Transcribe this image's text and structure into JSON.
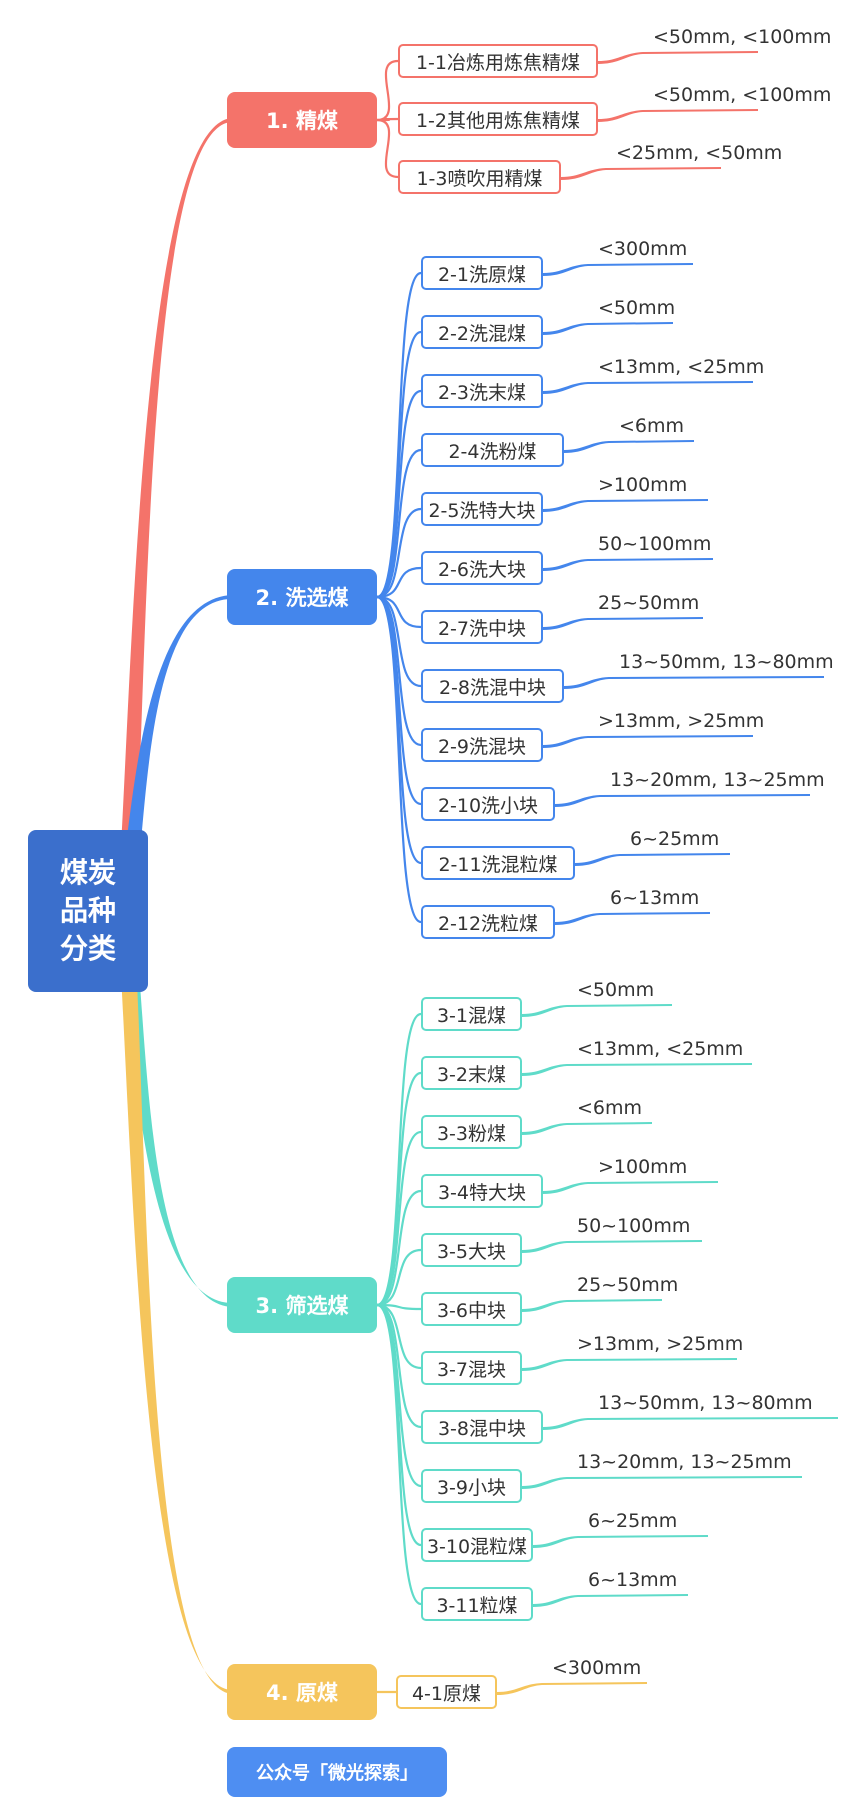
{
  "root": {
    "line1": "煤炭",
    "line2": "品种",
    "line3": "分类"
  },
  "categories": [
    {
      "label": "1. 精煤",
      "color": "#f4736a",
      "items": [
        {
          "label": "1-1冶炼用炼焦精煤",
          "size": "<50mm, <100mm"
        },
        {
          "label": "1-2其他用炼焦精煤",
          "size": "<50mm, <100mm"
        },
        {
          "label": "1-3喷吹用精煤",
          "size": "<25mm, <50mm"
        }
      ]
    },
    {
      "label": "2. 洗选煤",
      "color": "#4486ec",
      "items": [
        {
          "label": "2-1洗原煤",
          "size": "<300mm"
        },
        {
          "label": "2-2洗混煤",
          "size": "<50mm"
        },
        {
          "label": "2-3洗末煤",
          "size": "<13mm, <25mm"
        },
        {
          "label": "2-4洗粉煤",
          "size": "<6mm"
        },
        {
          "label": "2-5洗特大块",
          "size": ">100mm"
        },
        {
          "label": "2-6洗大块",
          "size": "50~100mm"
        },
        {
          "label": "2-7洗中块",
          "size": "25~50mm"
        },
        {
          "label": "2-8洗混中块",
          "size": "13~50mm, 13~80mm"
        },
        {
          "label": "2-9洗混块",
          "size": ">13mm, >25mm"
        },
        {
          "label": "2-10洗小块",
          "size": "13~20mm, 13~25mm"
        },
        {
          "label": "2-11洗混粒煤",
          "size": "6~25mm"
        },
        {
          "label": "2-12洗粒煤",
          "size": "6~13mm"
        }
      ]
    },
    {
      "label": "3. 筛选煤",
      "color": "#5fdbc9",
      "items": [
        {
          "label": "3-1混煤",
          "size": "<50mm"
        },
        {
          "label": "3-2末煤",
          "size": "<13mm, <25mm"
        },
        {
          "label": "3-3粉煤",
          "size": "<6mm"
        },
        {
          "label": "3-4特大块",
          "size": ">100mm"
        },
        {
          "label": "3-5大块",
          "size": "50~100mm"
        },
        {
          "label": "3-6中块",
          "size": "25~50mm"
        },
        {
          "label": "3-7混块",
          "size": ">13mm, >25mm"
        },
        {
          "label": "3-8混中块",
          "size": "13~50mm, 13~80mm"
        },
        {
          "label": "3-9小块",
          "size": "13~20mm, 13~25mm"
        },
        {
          "label": "3-10混粒煤",
          "size": "6~25mm"
        },
        {
          "label": "3-11粒煤",
          "size": "6~13mm"
        }
      ]
    },
    {
      "label": "4. 原煤",
      "color": "#f5c55c",
      "items": [
        {
          "label": "4-1原煤",
          "size": "<300mm"
        }
      ]
    }
  ],
  "footer": "公众号「微光探索」"
}
